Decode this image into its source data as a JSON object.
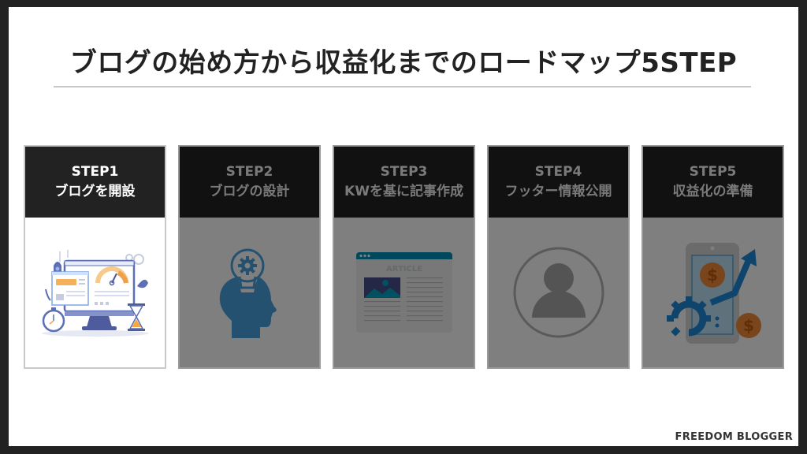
{
  "title": "ブログの始め方から収益化までのロードマップ5STEP",
  "brand": "FREEDOM BLOGGER",
  "colors": {
    "frame": "#222222",
    "panel": "#ffffff",
    "active_header": "#222222",
    "inactive_header": "#111111",
    "inactive_text": "#7a7a7a",
    "dim_overlay": "rgba(0,0,0,0.5)"
  },
  "steps": [
    {
      "step": "STEP1",
      "label": "ブログを開設",
      "icon": "website-setup-illustration",
      "active": true
    },
    {
      "step": "STEP2",
      "label": "ブログの設計",
      "icon": "head-lightbulb-gear-icon",
      "active": false
    },
    {
      "step": "STEP3",
      "label": "KWを基に記事作成",
      "icon": "article-page-icon",
      "active": false,
      "icon_text": "ARTICLE"
    },
    {
      "step": "STEP4",
      "label": "フッター情報公開",
      "icon": "user-profile-icon",
      "active": false
    },
    {
      "step": "STEP5",
      "label": "収益化の準備",
      "icon": "monetization-phone-icon",
      "active": false
    }
  ]
}
